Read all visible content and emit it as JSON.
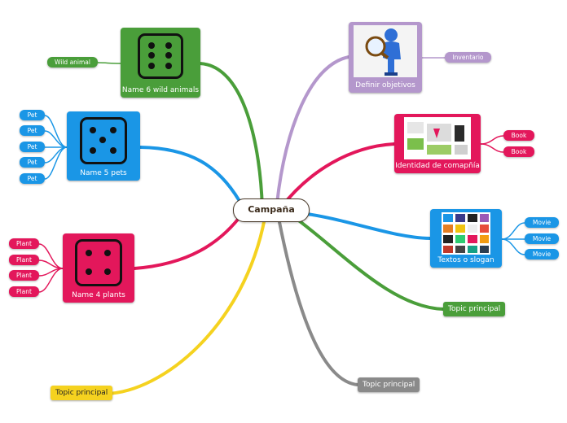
{
  "central": {
    "label": "Campaña"
  },
  "colors": {
    "green": "#4a9e3a",
    "blue": "#1a96e6",
    "pink": "#e3175b",
    "yellow": "#f5d21f",
    "purple": "#b497cc",
    "gray": "#8a8a8a",
    "central_border": "#4a3a2a"
  },
  "left": {
    "wild_animals": {
      "title": "Name 6 wild animals",
      "icon": "dice-six-icon",
      "child": "Wild animal"
    },
    "pets": {
      "title": "Name 5 pets",
      "icon": "dice-five-icon",
      "children": [
        "Pet",
        "Pet",
        "Pet",
        "Pet",
        "Pet"
      ]
    },
    "plants": {
      "title": "Name 4 plants",
      "icon": "dice-four-icon",
      "children": [
        "Plant",
        "Plant",
        "Plant",
        "Plant"
      ]
    },
    "yellow_topic": {
      "title": "Topic principal"
    }
  },
  "right": {
    "objetivos": {
      "title": "Definir objetivos",
      "icon": "magnifier-person-icon",
      "child": "Inventario"
    },
    "identidad": {
      "title": "Identidad de comapñía",
      "icon": "brand-identity-image",
      "children": [
        "Book",
        "Book"
      ]
    },
    "textos": {
      "title": "Textos o slogan",
      "icon": "slogan-collage-image",
      "children": [
        "Movie",
        "Movie",
        "Movie"
      ]
    },
    "green_topic": {
      "title": "Topic principal"
    },
    "gray_topic": {
      "title": "Topic principal"
    }
  }
}
